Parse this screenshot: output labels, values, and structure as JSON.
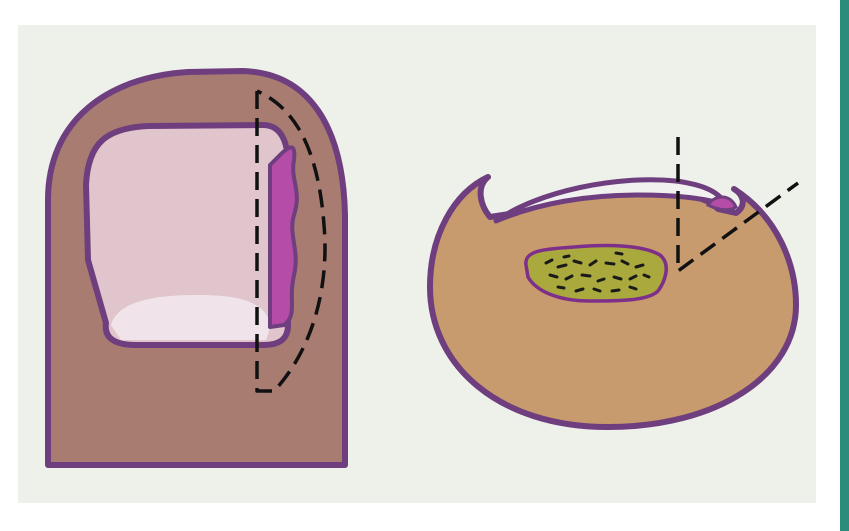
{
  "figure": {
    "left_diagram": {
      "icon": "toenail-top-view",
      "incision": "dashed-wedge-excision-line"
    },
    "right_diagram": {
      "icon": "toe-cross-section",
      "incision": "dashed-wedge-excision-line"
    }
  },
  "colors": {
    "background": "#ffffff",
    "panel": "#eef0ea",
    "skin_left": "#a97c72",
    "skin_right": "#c79b6e",
    "outline": "#6e3e7e",
    "nail": "#e0c6cc",
    "lunula": "#f0e4ea",
    "ingrown_tissue": "#b44ca8",
    "bone_fill": "#a9a93e",
    "bone_outline": "#7e2f8a",
    "dash": "#111111",
    "side_bar": "#2a8c7a"
  }
}
